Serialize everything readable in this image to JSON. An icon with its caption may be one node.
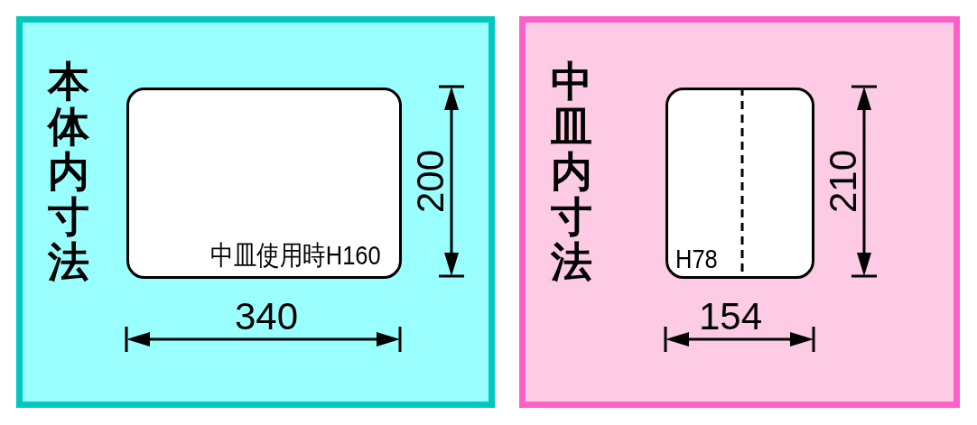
{
  "diagram": {
    "nodes": [
      {
        "text": [
          "本体内寸法"
        ]
      },
      {
        "text": [
          "中皿使用時H160"
        ],
        "in": 0
      },
      {
        "text": [
          "中皿内寸法"
        ]
      },
      {
        "text": [
          "H78"
        ],
        "in": 2
      }
    ],
    "labels": [
      "200",
      "340",
      "210",
      "154"
    ]
  }
}
